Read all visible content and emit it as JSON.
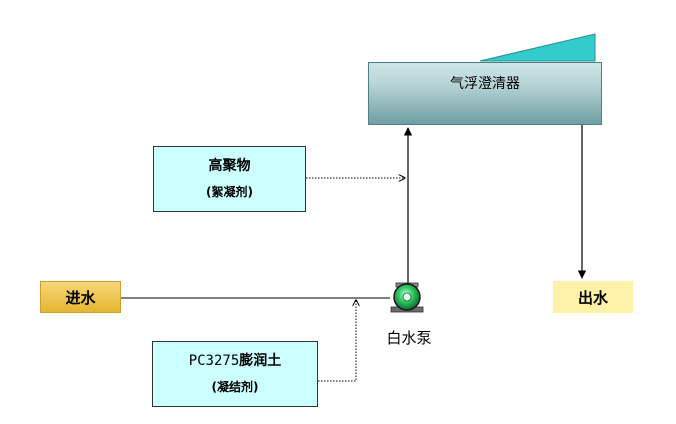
{
  "clarifier": {
    "label": "气浮澄清器"
  },
  "polymer": {
    "name": "高聚物",
    "role": "(絮凝剂)"
  },
  "bentonite": {
    "name_prefix": "PC3275",
    "name_suffix": "膨润土",
    "role": "(凝结剂)"
  },
  "inlet": {
    "label": "进水"
  },
  "outlet": {
    "label": "出水"
  },
  "pump": {
    "label": "白水泵",
    "icon": "pump-icon"
  },
  "colors": {
    "chemical_box": "#ccffff",
    "clarifier_top": "#cfe6e6",
    "clarifier_bottom": "#6f9ea2",
    "wedge": "#33cccc",
    "inlet": "#e6b530",
    "outlet": "#fff1a8",
    "pump": "#22aa55"
  }
}
